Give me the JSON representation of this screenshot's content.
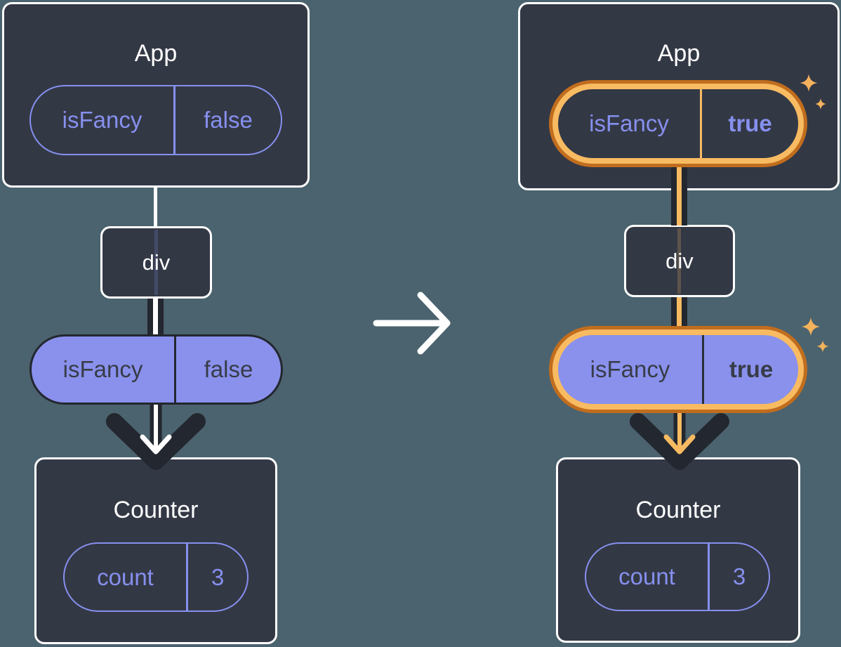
{
  "before": {
    "app_title": "App",
    "app_prop": {
      "name": "isFancy",
      "value": "false"
    },
    "div_label": "div",
    "passed_prop": {
      "name": "isFancy",
      "value": "false"
    },
    "counter_title": "Counter",
    "counter_state": {
      "name": "count",
      "value": "3"
    }
  },
  "after": {
    "app_title": "App",
    "app_prop": {
      "name": "isFancy",
      "value": "true"
    },
    "div_label": "div",
    "passed_prop": {
      "name": "isFancy",
      "value": "true"
    },
    "counter_title": "Counter",
    "counter_state": {
      "name": "count",
      "value": "3"
    }
  },
  "icons": {
    "transition_arrow": "right-arrow",
    "sparkles": "four-point-sparkle-stars"
  },
  "colors": {
    "background": "#4b636e",
    "card_background": "#333845",
    "card_border": "#ffffff",
    "purple_accent": "#8690ee",
    "purple_fill": "#8a91ec",
    "ink_dark": "#23272f",
    "highlight_orange_light": "#f8bb62",
    "highlight_orange_dark": "#c16d1e",
    "sparkle_orange": "#f5b25c"
  }
}
